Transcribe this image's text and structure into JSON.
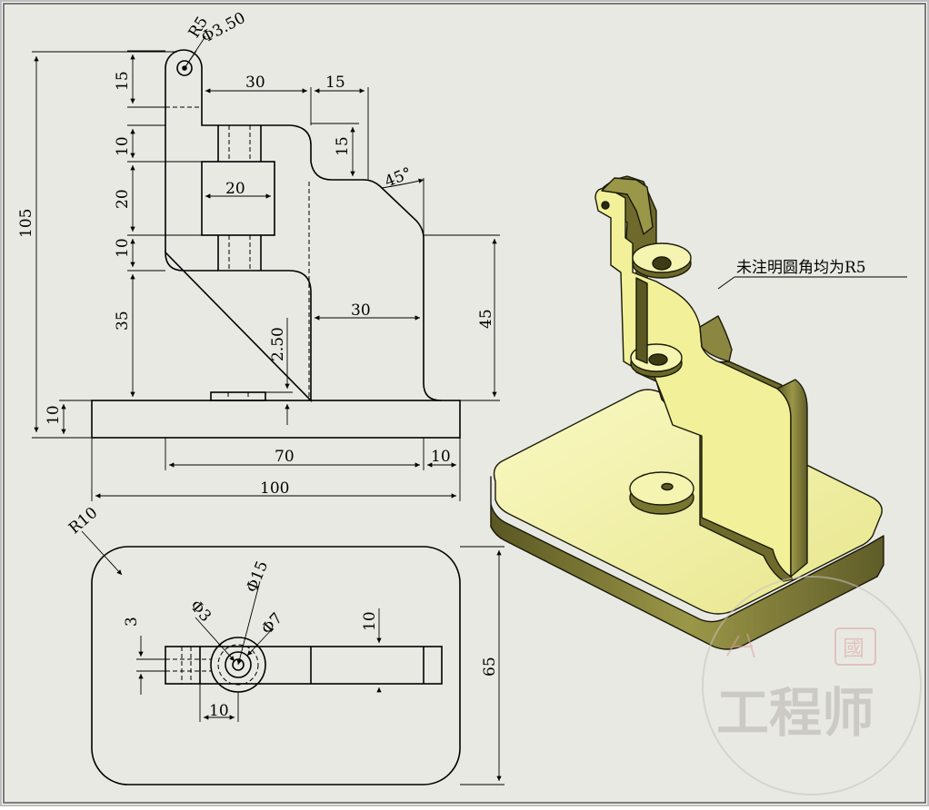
{
  "front_view": {
    "dims": {
      "r_top": "R5",
      "hole_dia": "Φ3.50",
      "h15_top": "15",
      "w30_top": "30",
      "w15_top": "15",
      "h15_right": "15",
      "angle": "45°",
      "h10_a": "10",
      "w20_block": "20",
      "h20": "20",
      "h10_b": "10",
      "h35": "35",
      "h2_50": "2.50",
      "w30_mid": "30",
      "h45": "45",
      "h105": "105",
      "h10_base": "10",
      "w70": "70",
      "w10_right": "10",
      "w100": "100"
    }
  },
  "top_view": {
    "dims": {
      "r10": "R10",
      "d15": "Φ15",
      "d3": "Φ3",
      "d7": "Φ7",
      "h3": "3",
      "w10_bottom": "10",
      "h10_right": "10",
      "h65": "65"
    }
  },
  "iso_view": {
    "note": "未注明圆角均为R5"
  },
  "watermark": {
    "seal": "國",
    "text": "工程师"
  },
  "colors": {
    "background": "#e9e9e3",
    "part_face": "#f3f3a0",
    "part_side": "#7d7a35",
    "line": "#000000"
  }
}
